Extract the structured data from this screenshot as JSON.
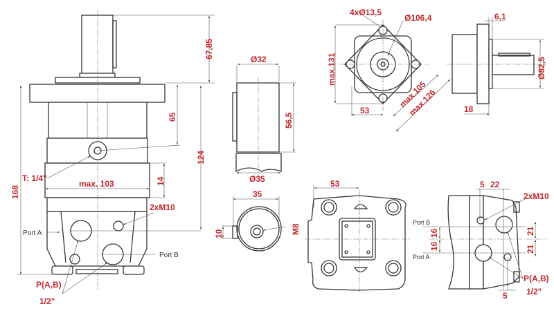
{
  "colors": {
    "dimension_text": "#c0282d",
    "line": "#333333",
    "background": "#ffffff"
  },
  "side_view": {
    "shaft_length": "67,85",
    "flange_to_tport": "65",
    "flange_to_ports": "124",
    "band_height": "14",
    "total_height": "168",
    "max_width": "max. 103",
    "t_port": "T: 1/4\"",
    "threads": "2xM10",
    "port_a": "Port A",
    "port_b": "Port B",
    "port_a_letter": "A",
    "port_b_letter": "B",
    "port_size_label": "P(A,B)",
    "port_size": "1/2\""
  },
  "shaft_view": {
    "shaft_diameter": "Ø32",
    "shaft_length": "56,5",
    "collar_diameter": "Ø35",
    "end_width": "35",
    "key_height": "10",
    "thread": "M8"
  },
  "flange_front_view": {
    "holes": "4xØ13,5",
    "pilot_diameter": "Ø106,4",
    "max_height": "max.131",
    "offset": "53",
    "max_inner": "max.105",
    "max_outer": "max.126"
  },
  "flange_side_view": {
    "pilot_depth": "6,1",
    "pilot_diameter": "Ø82,5",
    "flange_thickness": "18"
  },
  "rear_view": {
    "offset": "53"
  },
  "port_view": {
    "dim_5_top": "5",
    "dim_22": "22",
    "threads": "2xM10",
    "port_b": "Port B",
    "port_a": "Port A",
    "dim_16_a": "16",
    "dim_16_b": "16",
    "dim_21_a": "21",
    "dim_21_b": "21",
    "port_size_label": "P(A,B)",
    "port_size": "1/2\"",
    "dim_5_bottom": "5"
  }
}
